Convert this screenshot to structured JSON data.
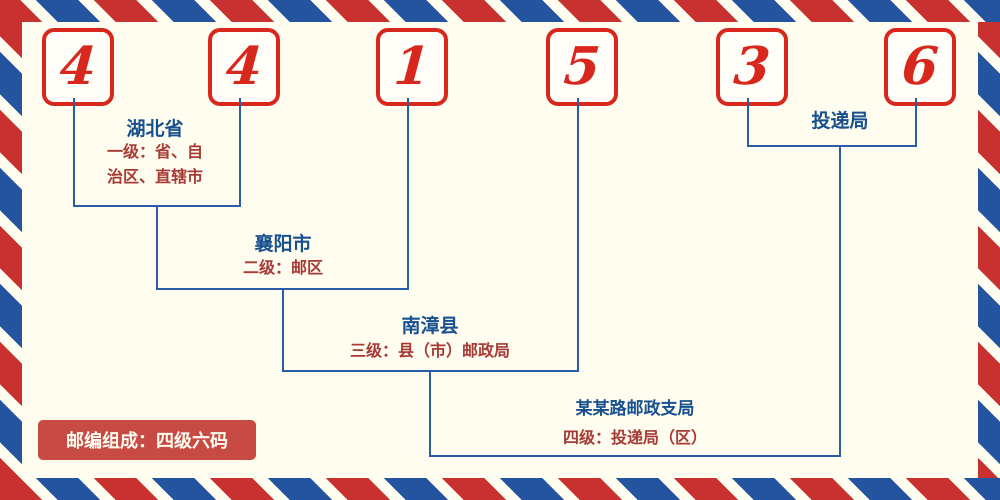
{
  "postal_code": {
    "digits": [
      "4",
      "4",
      "1",
      "5",
      "3",
      "6"
    ]
  },
  "levels": [
    {
      "place": "湖北省",
      "desc": "一级：省、自\n治区、直辖市"
    },
    {
      "place": "襄阳市",
      "desc": "二级：邮区"
    },
    {
      "place": "南漳县",
      "desc": "三级：县（市）邮政局"
    },
    {
      "place": "某某路邮政支局",
      "desc": "四级：投递局（区）"
    },
    {
      "place": "投递局",
      "desc": ""
    }
  ],
  "footer": {
    "badge_text": "邮编组成：四级六码"
  },
  "colors": {
    "digit_red": "#d8281e",
    "line_blue": "#2b5ca8",
    "place_blue": "#17508f",
    "desc_red": "#a63a34",
    "badge_bg": "#c84a44",
    "background": "#fffdf0",
    "stripe_red": "#c8312f",
    "stripe_blue": "#2453a0"
  }
}
